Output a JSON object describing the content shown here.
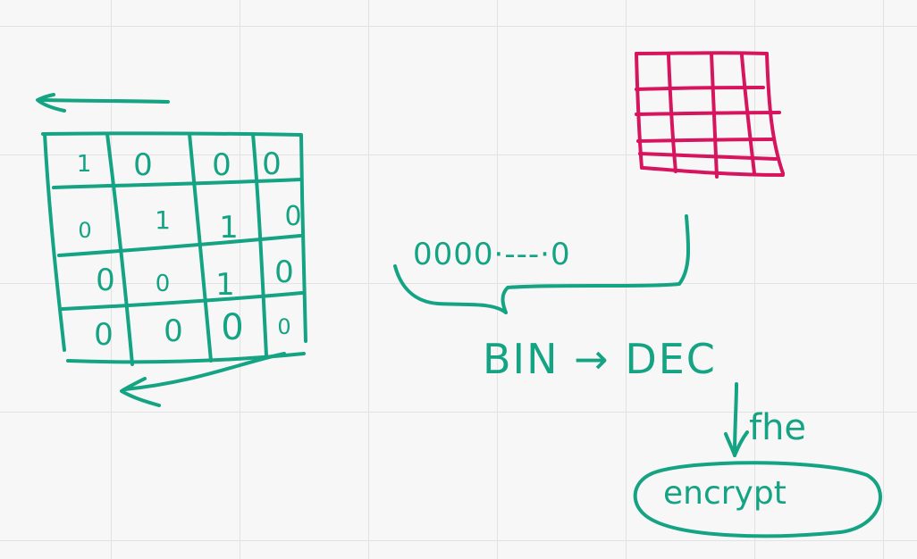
{
  "colors": {
    "teal_ink": "#14a383",
    "pink_ink": "#d6155e",
    "background": "#f7f7f7",
    "grid": "#e2e2e2"
  },
  "binary_grid": {
    "rows": [
      [
        "1",
        "0",
        "0",
        "0"
      ],
      [
        "0",
        "1",
        "1",
        "0"
      ],
      [
        "0",
        "0",
        "1",
        "0"
      ],
      [
        "0",
        "0",
        "0",
        "0"
      ]
    ]
  },
  "bit_string": {
    "text": "0000·---·0"
  },
  "conversion": {
    "text": "BIN → DEC",
    "operation_label": "fhe",
    "result_label": "encrypt"
  }
}
